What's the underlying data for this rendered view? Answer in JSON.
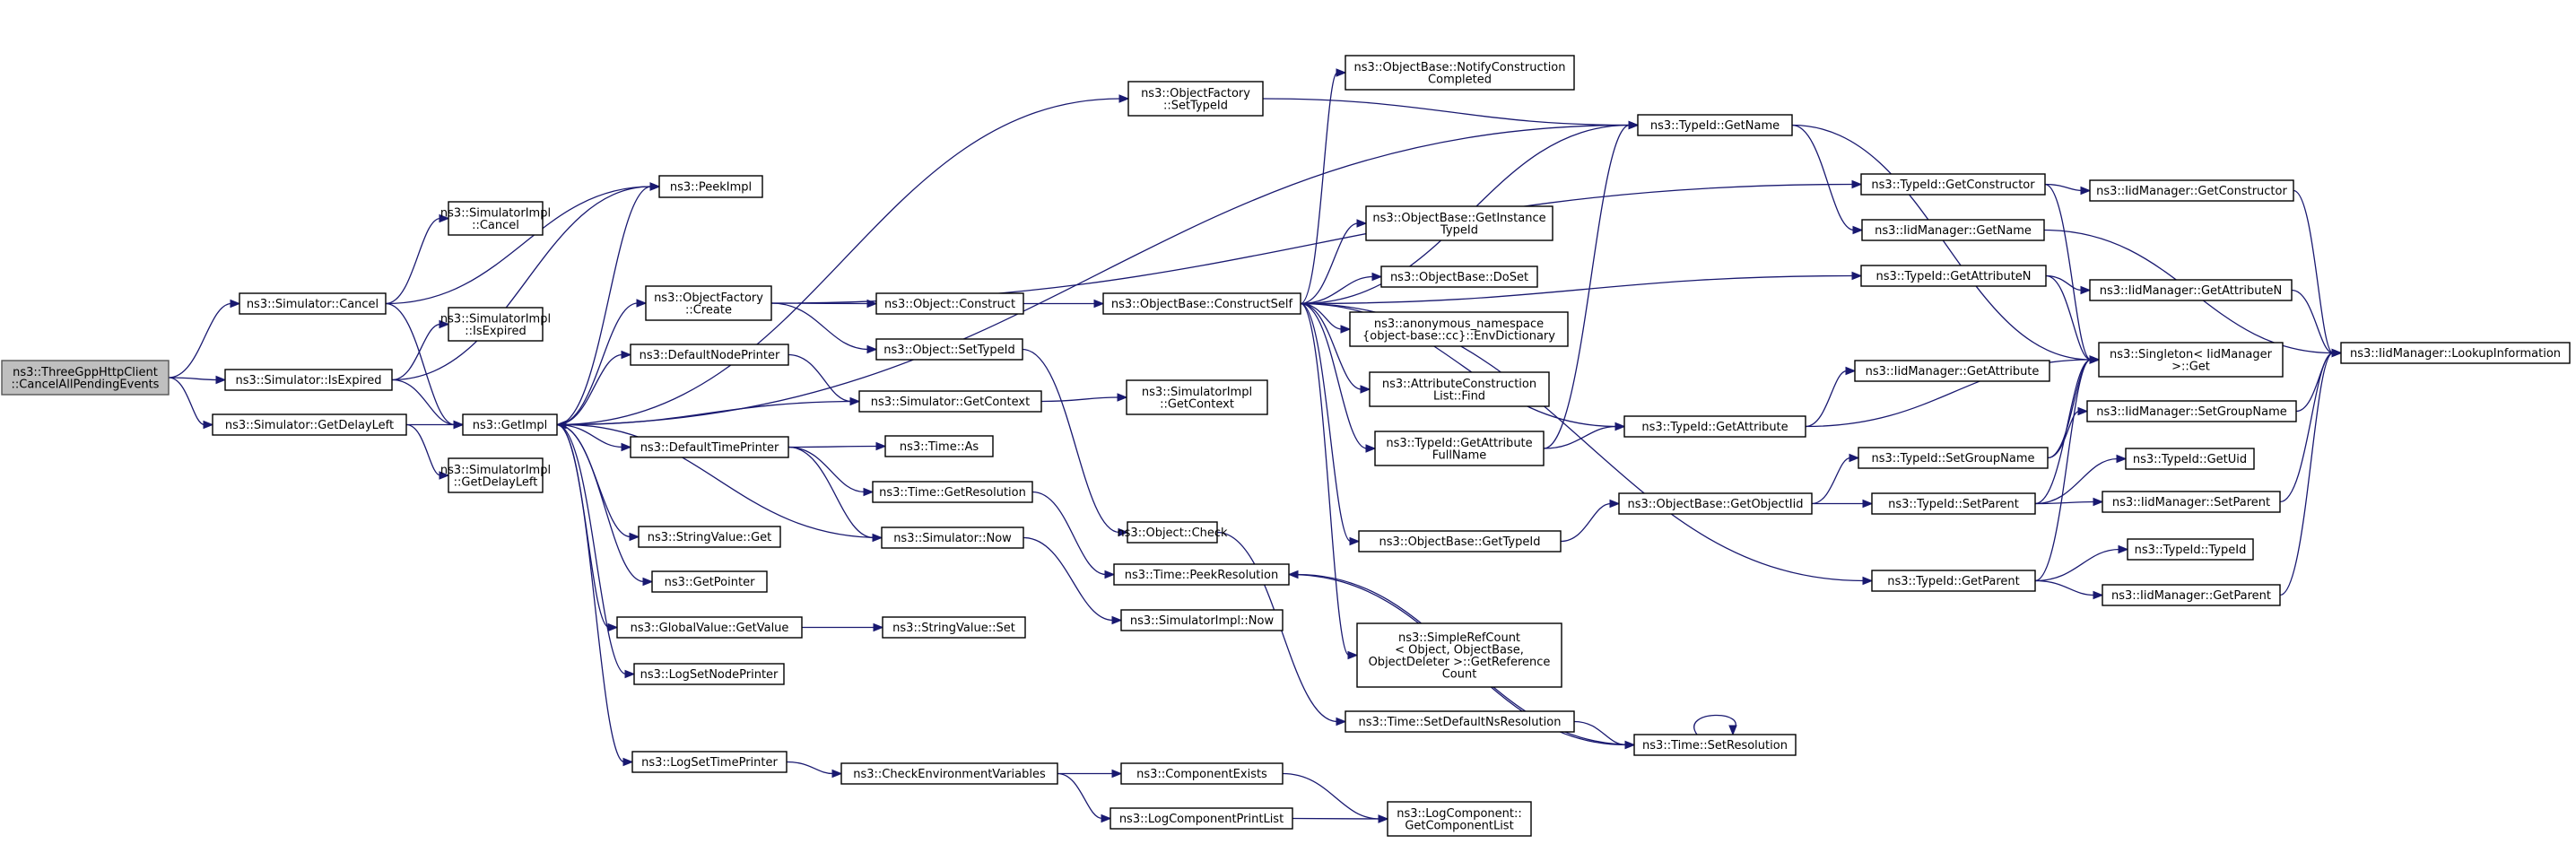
{
  "diagram_type": "call-graph",
  "edge_color": "#191970",
  "root_fill": "#bfbfbf",
  "nodes": [
    {
      "id": "root",
      "lines": [
        "ns3::ThreeGppHttpClient",
        "::CancelAllPendingEvents"
      ],
      "root": true
    },
    {
      "id": "sim_cancel",
      "lines": [
        "ns3::Simulator::Cancel"
      ]
    },
    {
      "id": "sim_isexpired",
      "lines": [
        "ns3::Simulator::IsExpired"
      ]
    },
    {
      "id": "sim_getdelayleft",
      "lines": [
        "ns3::Simulator::GetDelayLeft"
      ]
    },
    {
      "id": "simimpl_cancel",
      "lines": [
        "ns3::SimulatorImpl",
        "::Cancel"
      ]
    },
    {
      "id": "peekimpl",
      "lines": [
        "ns3::PeekImpl"
      ]
    },
    {
      "id": "getimpl",
      "lines": [
        "ns3::GetImpl"
      ]
    },
    {
      "id": "simimpl_isexpired",
      "lines": [
        "ns3::SimulatorImpl",
        "::IsExpired"
      ]
    },
    {
      "id": "simimpl_getdelayleft",
      "lines": [
        "ns3::SimulatorImpl",
        "::GetDelayLeft"
      ]
    },
    {
      "id": "objfactory_create",
      "lines": [
        "ns3::ObjectFactory",
        "::Create"
      ]
    },
    {
      "id": "defaultnodeprinter",
      "lines": [
        "ns3::DefaultNodePrinter"
      ]
    },
    {
      "id": "defaulttimeprinter",
      "lines": [
        "ns3::DefaultTimePrinter"
      ]
    },
    {
      "id": "stringvalue_get",
      "lines": [
        "ns3::StringValue::Get"
      ]
    },
    {
      "id": "getpointer",
      "lines": [
        "ns3::GetPointer"
      ]
    },
    {
      "id": "globalvalue_getvalue",
      "lines": [
        "ns3::GlobalValue::GetValue"
      ]
    },
    {
      "id": "logsetnodeprinter",
      "lines": [
        "ns3::LogSetNodePrinter"
      ]
    },
    {
      "id": "logsettimeprinter",
      "lines": [
        "ns3::LogSetTimePrinter"
      ]
    },
    {
      "id": "objfactory_settypeid",
      "lines": [
        "ns3::ObjectFactory",
        "::SetTypeId"
      ]
    },
    {
      "id": "object_construct",
      "lines": [
        "ns3::Object::Construct"
      ]
    },
    {
      "id": "object_settypeid",
      "lines": [
        "ns3::Object::SetTypeId"
      ]
    },
    {
      "id": "sim_getcontext",
      "lines": [
        "ns3::Simulator::GetContext"
      ]
    },
    {
      "id": "time_as",
      "lines": [
        "ns3::Time::As"
      ]
    },
    {
      "id": "time_getresolution",
      "lines": [
        "ns3::Time::GetResolution"
      ]
    },
    {
      "id": "sim_now",
      "lines": [
        "ns3::Simulator::Now"
      ]
    },
    {
      "id": "stringvalue_set",
      "lines": [
        "ns3::StringValue::Set"
      ]
    },
    {
      "id": "checkenv",
      "lines": [
        "ns3::CheckEnvironmentVariables"
      ]
    },
    {
      "id": "objbase_constructself",
      "lines": [
        "ns3::ObjectBase::ConstructSelf"
      ]
    },
    {
      "id": "object_check",
      "lines": [
        "ns3::Object::Check"
      ]
    },
    {
      "id": "simimpl_getcontext",
      "lines": [
        "ns3::SimulatorImpl",
        "::GetContext"
      ]
    },
    {
      "id": "time_peekresolution",
      "lines": [
        "ns3::Time::PeekResolution"
      ]
    },
    {
      "id": "simimpl_now",
      "lines": [
        "ns3::SimulatorImpl::Now"
      ]
    },
    {
      "id": "componentexists",
      "lines": [
        "ns3::ComponentExists"
      ]
    },
    {
      "id": "logcomponentprintlist",
      "lines": [
        "ns3::LogComponentPrintList"
      ]
    },
    {
      "id": "objbase_notifyconstruction",
      "lines": [
        "ns3::ObjectBase::NotifyConstruction",
        "Completed"
      ]
    },
    {
      "id": "objbase_getinstancetypeid",
      "lines": [
        "ns3::ObjectBase::GetInstance",
        "TypeId"
      ]
    },
    {
      "id": "objbase_doset",
      "lines": [
        "ns3::ObjectBase::DoSet"
      ]
    },
    {
      "id": "envdictionary",
      "lines": [
        "ns3::anonymous_namespace",
        "{object-base::cc}::EnvDictionary"
      ]
    },
    {
      "id": "attrconstructionlist_find",
      "lines": [
        "ns3::AttributeConstruction",
        "List::Find"
      ]
    },
    {
      "id": "typeid_getattributefullname",
      "lines": [
        "ns3::TypeId::GetAttribute",
        "FullName"
      ]
    },
    {
      "id": "objbase_gettypeid",
      "lines": [
        "ns3::ObjectBase::GetTypeId"
      ]
    },
    {
      "id": "simplerefcount",
      "lines": [
        "ns3::SimpleRefCount",
        "< Object, ObjectBase,",
        "ObjectDeleter >::GetReference",
        "Count"
      ]
    },
    {
      "id": "time_setdefaultnsresolution",
      "lines": [
        "ns3::Time::SetDefaultNsResolution"
      ]
    },
    {
      "id": "logcomponent_getcomponentlist",
      "lines": [
        "ns3::LogComponent::",
        "GetComponentList"
      ]
    },
    {
      "id": "typeid_getname",
      "lines": [
        "ns3::TypeId::GetName"
      ]
    },
    {
      "id": "typeid_getattribute",
      "lines": [
        "ns3::TypeId::GetAttribute"
      ]
    },
    {
      "id": "objbase_getobjectiid",
      "lines": [
        "ns3::ObjectBase::GetObjectIid"
      ]
    },
    {
      "id": "time_setresolution",
      "lines": [
        "ns3::Time::SetResolution"
      ]
    },
    {
      "id": "typeid_getconstructor",
      "lines": [
        "ns3::TypeId::GetConstructor"
      ]
    },
    {
      "id": "iidmanager_getname",
      "lines": [
        "ns3::IidManager::GetName"
      ]
    },
    {
      "id": "typeid_getattributen",
      "lines": [
        "ns3::TypeId::GetAttributeN"
      ]
    },
    {
      "id": "typeid_setgroupname",
      "lines": [
        "ns3::TypeId::SetGroupName"
      ]
    },
    {
      "id": "typeid_setparent",
      "lines": [
        "ns3::TypeId::SetParent"
      ]
    },
    {
      "id": "typeid_getparent",
      "lines": [
        "ns3::TypeId::GetParent"
      ]
    },
    {
      "id": "singleton_get",
      "lines": [
        "ns3::Singleton< IidManager",
        ">::Get"
      ]
    },
    {
      "id": "iidmanager_getattribute",
      "lines": [
        "ns3::IidManager::GetAttribute"
      ]
    },
    {
      "id": "iidmanager_getconstructor",
      "lines": [
        "ns3::IidManager::GetConstructor"
      ]
    },
    {
      "id": "iidmanager_getattributen",
      "lines": [
        "ns3::IidManager::GetAttributeN"
      ]
    },
    {
      "id": "iidmanager_setgroupname",
      "lines": [
        "ns3::IidManager::SetGroupName"
      ]
    },
    {
      "id": "typeid_getuid",
      "lines": [
        "ns3::TypeId::GetUid"
      ]
    },
    {
      "id": "iidmanager_setparent",
      "lines": [
        "ns3::IidManager::SetParent"
      ]
    },
    {
      "id": "typeid_typeid",
      "lines": [
        "ns3::TypeId::TypeId"
      ]
    },
    {
      "id": "iidmanager_getparent",
      "lines": [
        "ns3::IidManager::GetParent"
      ]
    },
    {
      "id": "iidmanager_lookupinformation",
      "lines": [
        "ns3::IidManager::LookupInformation"
      ]
    }
  ],
  "edges": [
    [
      "root",
      "sim_cancel"
    ],
    [
      "root",
      "sim_isexpired"
    ],
    [
      "root",
      "sim_getdelayleft"
    ],
    [
      "sim_cancel",
      "simimpl_cancel"
    ],
    [
      "sim_cancel",
      "peekimpl"
    ],
    [
      "sim_cancel",
      "getimpl"
    ],
    [
      "sim_isexpired",
      "simimpl_isexpired"
    ],
    [
      "sim_isexpired",
      "peekimpl"
    ],
    [
      "sim_isexpired",
      "getimpl"
    ],
    [
      "sim_getdelayleft",
      "getimpl"
    ],
    [
      "sim_getdelayleft",
      "simimpl_getdelayleft"
    ],
    [
      "getimpl",
      "peekimpl"
    ],
    [
      "getimpl",
      "objfactory_create"
    ],
    [
      "getimpl",
      "defaultnodeprinter"
    ],
    [
      "getimpl",
      "defaulttimeprinter"
    ],
    [
      "getimpl",
      "stringvalue_get"
    ],
    [
      "getimpl",
      "getpointer"
    ],
    [
      "getimpl",
      "globalvalue_getvalue"
    ],
    [
      "getimpl",
      "logsetnodeprinter"
    ],
    [
      "getimpl",
      "logsettimeprinter"
    ],
    [
      "getimpl",
      "objfactory_settypeid"
    ],
    [
      "getimpl",
      "typeid_getname"
    ],
    [
      "objfactory_create",
      "object_construct"
    ],
    [
      "objfactory_create",
      "object_settypeid"
    ],
    [
      "objfactory_create",
      "typeid_getconstructor"
    ],
    [
      "defaultnodeprinter",
      "sim_getcontext"
    ],
    [
      "defaulttimeprinter",
      "time_as"
    ],
    [
      "defaulttimeprinter",
      "time_getresolution"
    ],
    [
      "defaulttimeprinter",
      "sim_now"
    ],
    [
      "globalvalue_getvalue",
      "stringvalue_set"
    ],
    [
      "logsettimeprinter",
      "checkenv"
    ],
    [
      "objfactory_settypeid",
      "typeid_getname"
    ],
    [
      "object_construct",
      "objbase_constructself"
    ],
    [
      "object_settypeid",
      "object_check"
    ],
    [
      "sim_getcontext",
      "getimpl"
    ],
    [
      "sim_getcontext",
      "simimpl_getcontext"
    ],
    [
      "sim_now",
      "getimpl"
    ],
    [
      "sim_now",
      "simimpl_now"
    ],
    [
      "time_getresolution",
      "time_peekresolution"
    ],
    [
      "checkenv",
      "componentexists"
    ],
    [
      "checkenv",
      "logcomponentprintlist"
    ],
    [
      "componentexists",
      "logcomponent_getcomponentlist"
    ],
    [
      "logcomponentprintlist",
      "logcomponent_getcomponentlist"
    ],
    [
      "objbase_constructself",
      "objbase_notifyconstruction"
    ],
    [
      "objbase_constructself",
      "typeid_getname"
    ],
    [
      "objbase_constructself",
      "objbase_getinstancetypeid"
    ],
    [
      "objbase_constructself",
      "objbase_doset"
    ],
    [
      "objbase_constructself",
      "envdictionary"
    ],
    [
      "objbase_constructself",
      "attrconstructionlist_find"
    ],
    [
      "objbase_constructself",
      "typeid_getattributefullname"
    ],
    [
      "objbase_constructself",
      "objbase_gettypeid"
    ],
    [
      "objbase_constructself",
      "simplerefcount"
    ],
    [
      "objbase_constructself",
      "typeid_getattributen"
    ],
    [
      "objbase_constructself",
      "typeid_getattribute"
    ],
    [
      "objbase_constructself",
      "typeid_getparent"
    ],
    [
      "object_check",
      "time_setdefaultnsresolution"
    ],
    [
      "typeid_getattributefullname",
      "typeid_getname"
    ],
    [
      "typeid_getattributefullname",
      "typeid_getattribute"
    ],
    [
      "objbase_gettypeid",
      "objbase_getobjectiid"
    ],
    [
      "time_peekresolution",
      "time_setresolution"
    ],
    [
      "time_setdefaultnsresolution",
      "time_setresolution"
    ],
    [
      "time_setresolution",
      "time_peekresolution"
    ],
    [
      "time_setresolution",
      "time_setresolution"
    ],
    [
      "typeid_getname",
      "iidmanager_getname"
    ],
    [
      "typeid_getname",
      "singleton_get"
    ],
    [
      "typeid_getattribute",
      "iidmanager_getattribute"
    ],
    [
      "typeid_getattribute",
      "singleton_get"
    ],
    [
      "objbase_getobjectiid",
      "typeid_setgroupname"
    ],
    [
      "objbase_getobjectiid",
      "typeid_setparent"
    ],
    [
      "typeid_getconstructor",
      "iidmanager_getconstructor"
    ],
    [
      "typeid_getconstructor",
      "singleton_get"
    ],
    [
      "iidmanager_getname",
      "iidmanager_lookupinformation"
    ],
    [
      "typeid_getattributen",
      "iidmanager_getattributen"
    ],
    [
      "typeid_getattributen",
      "singleton_get"
    ],
    [
      "typeid_setgroupname",
      "iidmanager_setgroupname"
    ],
    [
      "typeid_setgroupname",
      "singleton_get"
    ],
    [
      "typeid_setparent",
      "typeid_getuid"
    ],
    [
      "typeid_setparent",
      "iidmanager_setparent"
    ],
    [
      "typeid_setparent",
      "singleton_get"
    ],
    [
      "typeid_getparent",
      "typeid_typeid"
    ],
    [
      "typeid_getparent",
      "iidmanager_getparent"
    ],
    [
      "typeid_getparent",
      "singleton_get"
    ],
    [
      "iidmanager_getconstructor",
      "iidmanager_lookupinformation"
    ],
    [
      "iidmanager_getattributen",
      "iidmanager_lookupinformation"
    ],
    [
      "iidmanager_setgroupname",
      "iidmanager_lookupinformation"
    ],
    [
      "iidmanager_setparent",
      "iidmanager_lookupinformation"
    ],
    [
      "iidmanager_getparent",
      "iidmanager_lookupinformation"
    ]
  ]
}
